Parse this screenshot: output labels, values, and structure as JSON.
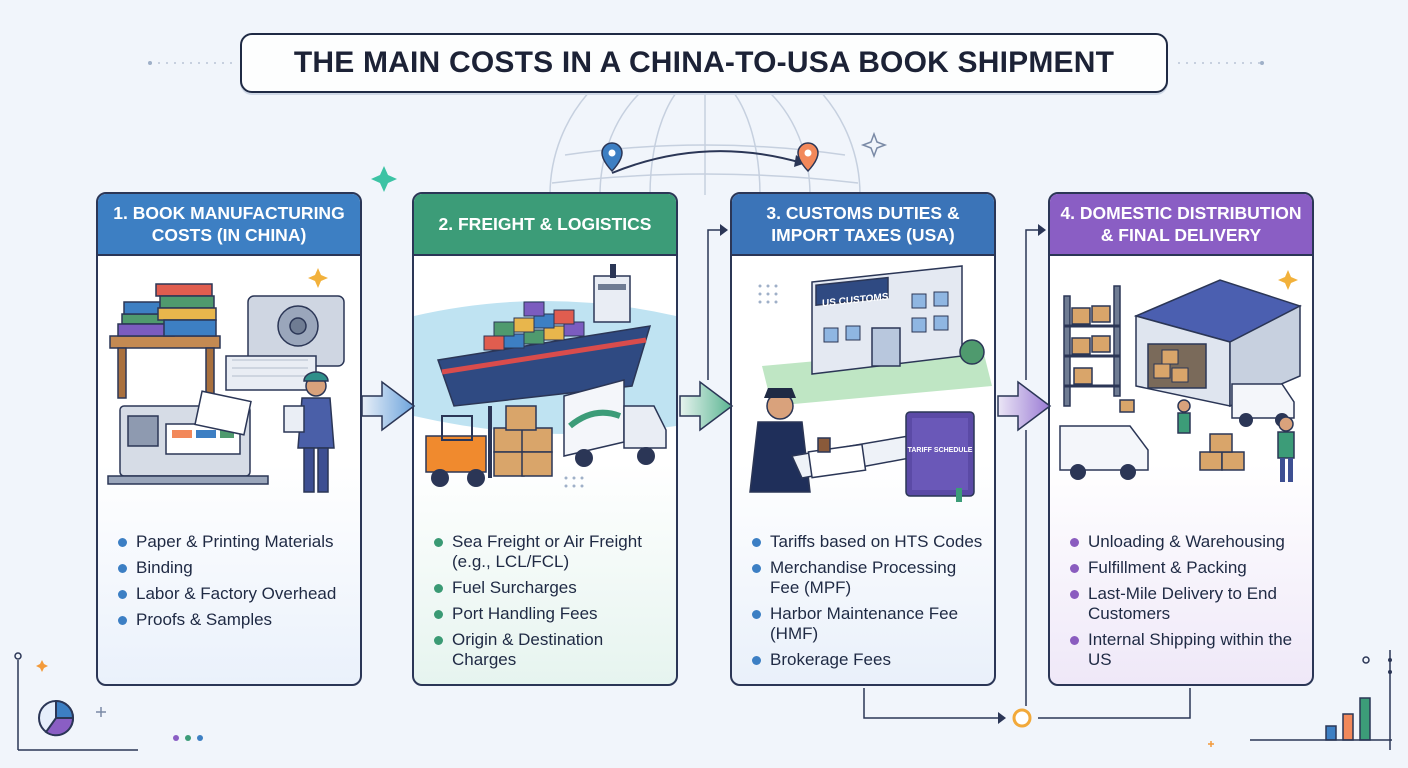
{
  "title": "THE MAIN COSTS IN A CHINA-TO-USA BOOK SHIPMENT",
  "colors": {
    "panel1": "#3d7fc3",
    "panel2": "#3c9c78",
    "panel3": "#3b74b8",
    "panel4": "#8a5ec4",
    "outline": "#2b3656"
  },
  "panels": [
    {
      "header": "1. BOOK MANUFACTURING COSTS (IN CHINA)",
      "items": [
        "Paper & Printing Materials",
        "Binding",
        "Labor & Factory Overhead",
        "Proofs & Samples"
      ]
    },
    {
      "header": "2. FREIGHT & LOGISTICS",
      "items": [
        "Sea Freight or Air Freight (e.g., LCL/FCL)",
        "Fuel Surcharges",
        "Port Handling Fees",
        "Origin & Destination Charges"
      ]
    },
    {
      "header": "3. CUSTOMS DUTIES & IMPORT TAXES (USA)",
      "items": [
        "Tariffs based on HTS Codes",
        "Merchandise Processing Fee (MPF)",
        "Harbor Maintenance Fee (HMF)",
        "Brokerage Fees"
      ]
    },
    {
      "header": "4. DOMESTIC DISTRIBUTION & FINAL DELIVERY",
      "items": [
        "Unloading & Warehousing",
        "Fulfillment & Packing",
        "Last-Mile Delivery to End Customers",
        "Internal Shipping within the US"
      ]
    }
  ],
  "illustration_labels": {
    "customs_sign": "US CUSTOMS",
    "tariff_book": "TARIFF SCHEDULE"
  }
}
